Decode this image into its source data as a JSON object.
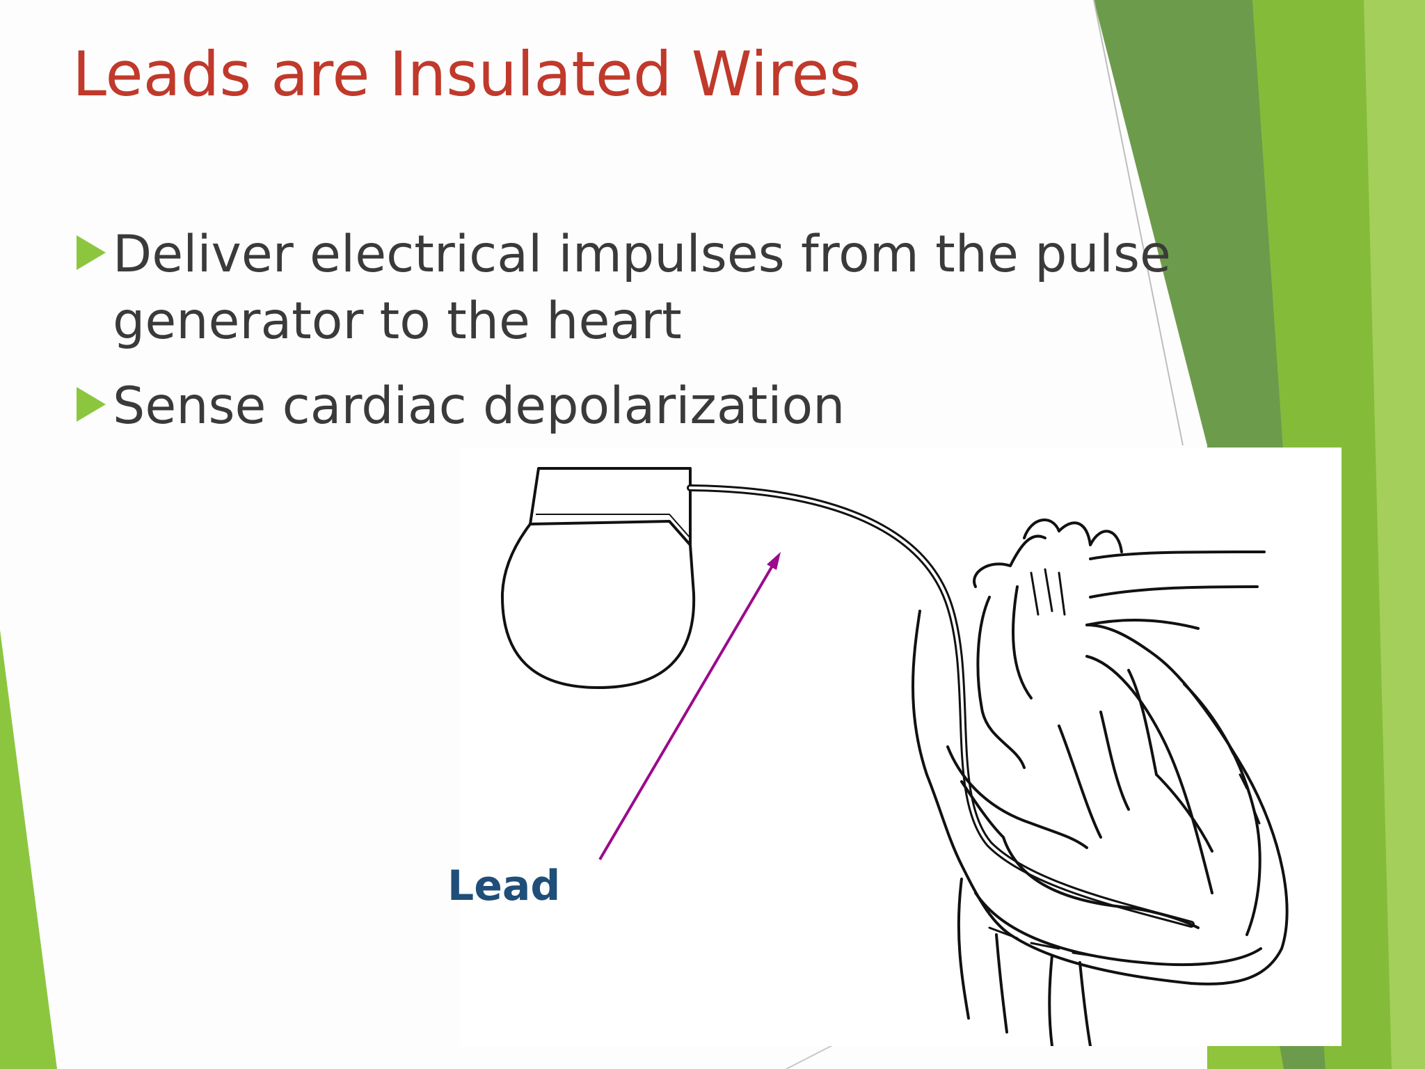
{
  "slide": {
    "title": "Leads are Insulated Wires",
    "bullets": [
      {
        "text": "Deliver electrical impulses from the pulse generator to the heart"
      },
      {
        "text": "Sense cardiac depolarization"
      }
    ],
    "figure": {
      "label": "Lead"
    }
  },
  "colors": {
    "title": "#c0392b",
    "body_text": "#3a3a3a",
    "accent_green": "#8cc63f",
    "dark_green": "#6f9d4f",
    "arrow": "#9b0a8c",
    "label": "#1f4e79"
  }
}
